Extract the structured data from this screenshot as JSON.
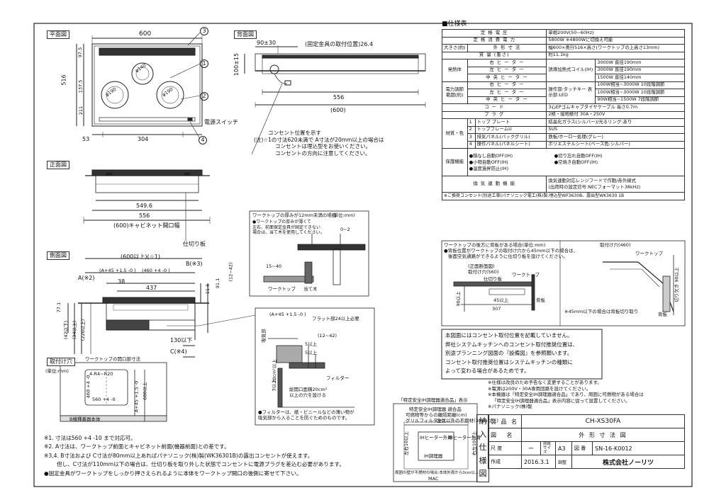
{
  "views": {
    "plan": "平面図",
    "back": "背面図",
    "front": "正面図",
    "side": "側面図",
    "cutout": "取付け穴",
    "cutout_sub": "ワークトップの開口部寸法",
    "cutout_unit": "(単位:mm)"
  },
  "plan_dims": {
    "width": "600",
    "depth_516": "516",
    "d97": "97.5",
    "d137": "137.5",
    "d211": "211",
    "d53": "53",
    "d304": "304",
    "phi140": "φ140",
    "phi190a": "φ190",
    "phi190b": "φ190",
    "power_switch": "電源スイッチ"
  },
  "callouts": [
    "1",
    "2",
    "3",
    "4"
  ],
  "back_dims": {
    "d90": "90±30",
    "fixing": "(固定金具の取付位置)26.4",
    "d100": "100±15",
    "d556": "556",
    "d600": "(600)"
  },
  "outlet_note": [
    "コンセント位置を示す",
    "(注)☆1の寸法620未満で A寸法が20mm以上の場合は",
    "コンセントは埋込型をお使いください。",
    "コンセントの方向に注意してください。"
  ],
  "front_dims": {
    "d549": "549.6",
    "d556": "556",
    "d600": "(600)キャビネット開口幅",
    "partition": "仕切り板"
  },
  "side_dims": {
    "d600": "(600以上)(☆1)",
    "a": "A(※2)",
    "a2": "(A+45 +1.5 -0 )",
    "d460": "(460 +4 -0 )",
    "b": "B(※3)",
    "d38": "38",
    "d437": "437",
    "d116": "11.6",
    "d911": "91.1",
    "d1242": "(12~42)",
    "d771": "77.1",
    "d42": "(42以下)",
    "d34": "(34以上)",
    "d220": "(220以上)",
    "d130": "130以下",
    "c": "C(※4)"
  },
  "worktop_detail": {
    "title": "ワークトップの厚みが12mm未満の場合",
    "unit": "(単位:mm)",
    "lines": [
      "●ワークトップの厚みが薄くて",
      "左右、前面保定金具が固定できない",
      "場合は、当て木を使用してください。"
    ],
    "d02": "0~2",
    "d1540": "15~40",
    "worktop": "ワークトップ",
    "batten": "当て木"
  },
  "filter_detail": {
    "a45": "(A+45 +1.5 -0 )",
    "flat": "フラット部24以上必要",
    "d5": "5以上",
    "d5b": "5以上",
    "d1242": "(12~42)",
    "ventilation": "吸気部",
    "area": "20cm²以上",
    "filter": "フィルター",
    "hole_area": "総開口面積20cm²",
    "hole_note": "以上の穴を設ける",
    "d3": "3以上",
    "filter_note1": "●フィルターは、紙・ビニールなどの薄い物が",
    "filter_note2": "吸気部から入ることを防ぐためのものです。"
  },
  "cutout_dims": {
    "r": "4-R4~R20",
    "d460": "460 +4 -0",
    "d560": "560 +4 -0",
    "a45": "A+45 +1.5 -0",
    "d600": "600以上",
    "b": "B機種番器本体"
  },
  "spec": {
    "title": "■仕様表",
    "rows": [
      [
        "定 格 電 圧",
        "単相200V(50~60Hz)"
      ],
      [
        "定 格 消 費 電 力",
        "5800W ※4800Wに切換え可能"
      ],
      [
        "外 形 寸 法",
        "幅600×奥行516×高さ(ワークトップの上高さ13mm)"
      ],
      [
        "質 量 (重さ)",
        "約11.1kg"
      ]
    ],
    "size_prefix": "大きさ(約)",
    "heater_group": "発熱体",
    "heaters": [
      [
        "右 ヒ ー タ ー",
        "3000W 直径190mm"
      ],
      [
        "左 ヒ ー タ ー",
        "3000W 直径190mm"
      ],
      [
        "中 央 ヒ ー タ ー",
        "1500W 直径140mm"
      ]
    ],
    "heater_type": "誘導加熱式コイル(IH)",
    "power_group": "電力調節範囲(約)",
    "powers": [
      [
        "右 ヒ ー タ ー",
        "100W相当~3000W 10段階調節"
      ],
      [
        "左 ヒ ー タ ー",
        "100W相当~3000W 10段階調節"
      ],
      [
        "中 央 ヒ ー タ ー",
        "90W相当~1500W 7段階調節"
      ]
    ],
    "power_type": "操作部:タッチキー 表示部:LED",
    "cord": [
      "コ ー ド",
      "3心EPゴムキャブタイヤケーブル 長さ0.7m"
    ],
    "plug": [
      "プ ラ グ",
      "2極・接地極付 30A・250V"
    ],
    "mat_group": "材質・色",
    "materials": [
      [
        "1",
        "トップ プレート",
        "結晶化ガラス(シルバー)/光るリング:あり"
      ],
      [
        "2",
        "トップフレームU",
        "SUS"
      ],
      [
        "3",
        "排気パネル(バックグリル)",
        "鉄板/ホーロー処理(グレー)"
      ],
      [
        "4",
        "操作パネル(パネルシート)",
        "ポリエステルシート(ベース色:シルバー)"
      ]
    ],
    "safety_group": "保護機能",
    "safety": [
      "●鍋なし自動OFF(IH)",
      "●切り忘れ自動OFF(IH)",
      "●小物自動OFF(IH)",
      "●空焼き自動OFF(IH)",
      "●温度過昇防止(IH)"
    ],
    "link_label": "換 気 連 動 機 能",
    "link_values": [
      "換気連動対応レンジフードで作動/赤外線式",
      "(出荷時の設定信号:NECフォーマット38kHz)"
    ],
    "footer": "※ご推奨コンセント(別途工事)パナソニック電工(株)製:埋込型WF3630B、露出型WK3630 1B"
  },
  "rear_detail": {
    "title": "ワークトップの後方に背板がある場合(単位:mm)",
    "lines": [
      "●背板位置がワークトップの取付け穴から45mm以下の場合は、",
      "後面空気通路ができるように仕切り板を設けてください。"
    ],
    "front_plan": "(正面断面図)",
    "hole": "取付け穴(560)",
    "partition": "仕切り板",
    "worktop": "ワークトップ",
    "back_plate": "背板",
    "d45": "45以上",
    "d307": "307",
    "d90": "90以上",
    "right_hole": "取付け穴(460)",
    "right_note": "※45mm以下の場合は背板切り取り",
    "right_worktop": "ワークトップ",
    "right_d90": "切り欠き 90以上",
    "right_back": "背板"
  },
  "outlet_box": [
    "本図面にはコンセント取付位置を記載していません。",
    "弊社システムキッチンへのコンセント取付推奨位置は、",
    "別途プランニング図面の『設備図』を参照願います。",
    "コンセント取付推奨位置はシステムキッチンの種類に",
    "よって変わる場合があるためです。"
  ],
  "bottom_notes": [
    "※仕様は改良のため予告なく変更することがあります。",
    "※電源は200V・30A専用回路を設けてください。",
    "※本機器は「特定安全IH調理器適合品」であり、周囲に可燃物がある場合は",
    "「特定安全IH調理器適合品」表示内容に従って設置してください。",
    "※パナソニック(株)製"
  ],
  "footnotes": [
    "※1. 寸法は560 +4 -10 まで対応可。",
    "※2. A寸法は、ワークトップ前面とキャビネット前面(機器前面)との差です。",
    "※3,4. B寸法および C寸法が80mm以上あればパナソニック(株)製(WK36301B)の露出コンセントが使えます。",
    "但し、C寸法が110mm以下の場合は、仕切り板を取り外した状態でコンセントに電源プラグを差込む必要があります。",
    "●固定金具がワークトップをしっかり押さえられるように本体をワークトップ開口の後側に寄せて下さい。"
  ],
  "safety_label": {
    "caption": "「特定安全IH調理器適合品」表示",
    "title": "特定安全IH調理器 適合品",
    "sub": "可燃物等からの離隔距離(cm)",
    "grill": "グリルフィルター",
    "back": "金属以外の不燃材(3mm以上)",
    "left": "左右10以上",
    "ih_left": "IHヒーター外周",
    "ih_right": "IHヒーター外周",
    "right": "右左10以上",
    "center": "IH調理器",
    "foot": "周囲の壁が不燃材の場合:本体外周から0cm以上",
    "mac": "MAC"
  },
  "title_block": {
    "side": [
      "納",
      "入",
      "仕",
      "様",
      "図"
    ],
    "product_label": "製 品 名",
    "product": "CH-XS30FA",
    "drawing_label": "図 名",
    "drawing": "外 形 寸 法 図",
    "scale_label": "尺 度",
    "scale": "ー",
    "size_label": "原紙サイズ",
    "size": "A3",
    "no_label": "図 番",
    "no": "SN-16-K0012",
    "date_label": "作成",
    "date": "2016.3.1",
    "check_label": "調整",
    "company": "株式会社ノーリツ"
  }
}
